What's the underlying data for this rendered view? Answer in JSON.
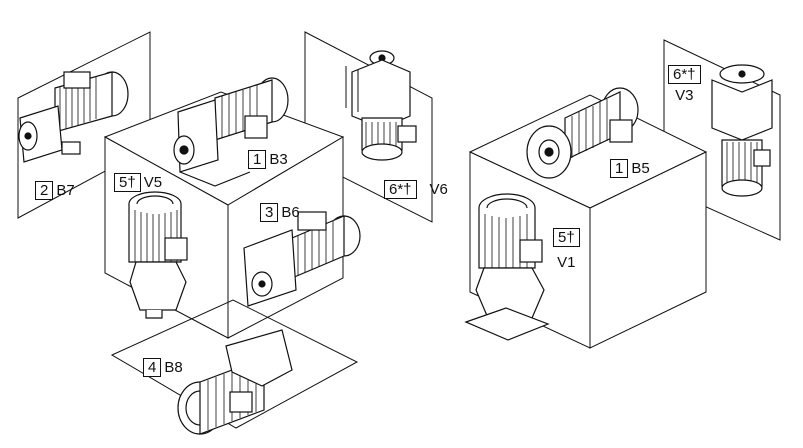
{
  "mounting_positions": [
    {
      "id": "b7",
      "boxed": "2",
      "text": "B7"
    },
    {
      "id": "b3",
      "boxed": "1",
      "text": "B3"
    },
    {
      "id": "v6",
      "boxed": "6*†",
      "text": "V6"
    },
    {
      "id": "v5",
      "boxed": "5†",
      "text": "V5"
    },
    {
      "id": "b6",
      "boxed": "3",
      "text": "B6"
    },
    {
      "id": "b8",
      "boxed": "4",
      "text": "B8"
    },
    {
      "id": "b5",
      "boxed": "1",
      "text": "B5"
    },
    {
      "id": "v3",
      "boxed": "6*†",
      "text": "V3"
    },
    {
      "id": "v1",
      "boxed": "5†",
      "text": "V1"
    }
  ]
}
